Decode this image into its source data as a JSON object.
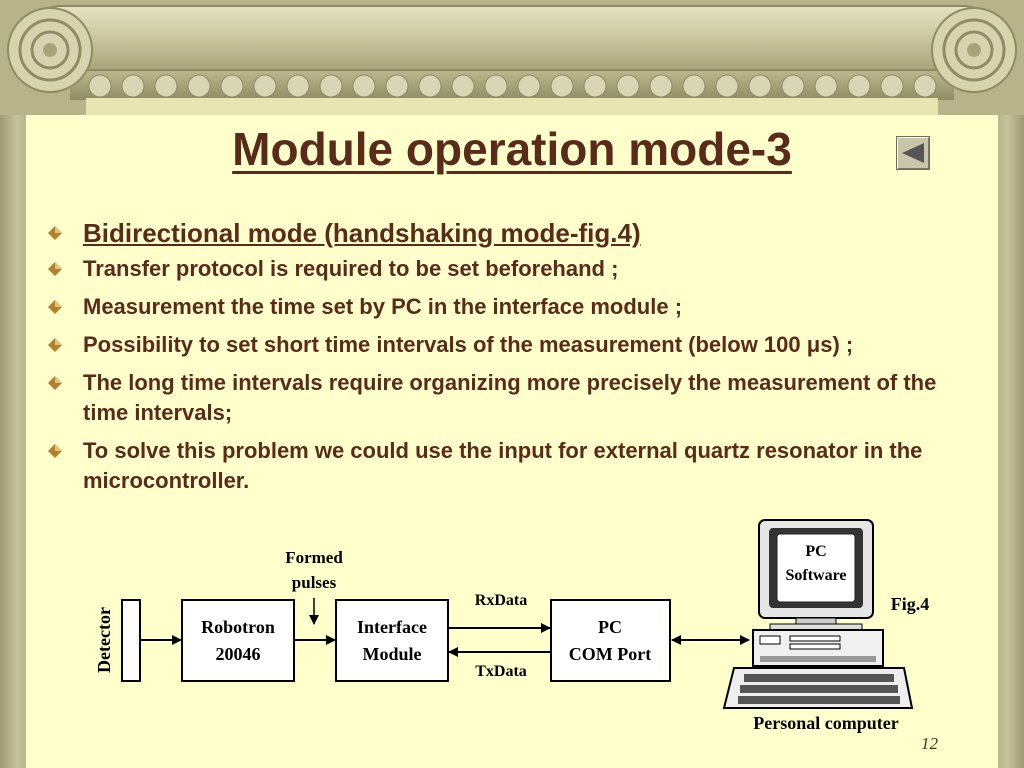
{
  "slide": {
    "title": "Module operation mode-3",
    "page_number": "12",
    "bullets": [
      "Bidirectional mode (handshaking mode-fig.4)",
      "Transfer protocol is required to be set beforehand ;",
      "Measurement the time set by PC in the interface module ;",
      "Possibility to set short time intervals of the measurement (below 100 μs) ;",
      "The long time intervals require organizing more precisely the measurement of the time intervals;",
      "To solve this problem we could use the input for external quartz resonator in the microcontroller."
    ]
  },
  "diagram": {
    "detector": "Detector",
    "robotron_line1": "Robotron",
    "robotron_line2": "20046",
    "formed_line1": "Formed",
    "formed_line2": "pulses",
    "interface_line1": "Interface",
    "interface_line2": "Module",
    "rxdata": "RxData",
    "txdata": "TxData",
    "pc_line1": "PC",
    "pc_line2": "COM Port",
    "screen_line1": "PC",
    "screen_line2": "Software",
    "fig_label": "Fig.4",
    "computer_label": "Personal computer"
  },
  "colors": {
    "slide_bg": "#ffffcc",
    "text": "#5a2b1a",
    "column": "#b7b38a"
  }
}
